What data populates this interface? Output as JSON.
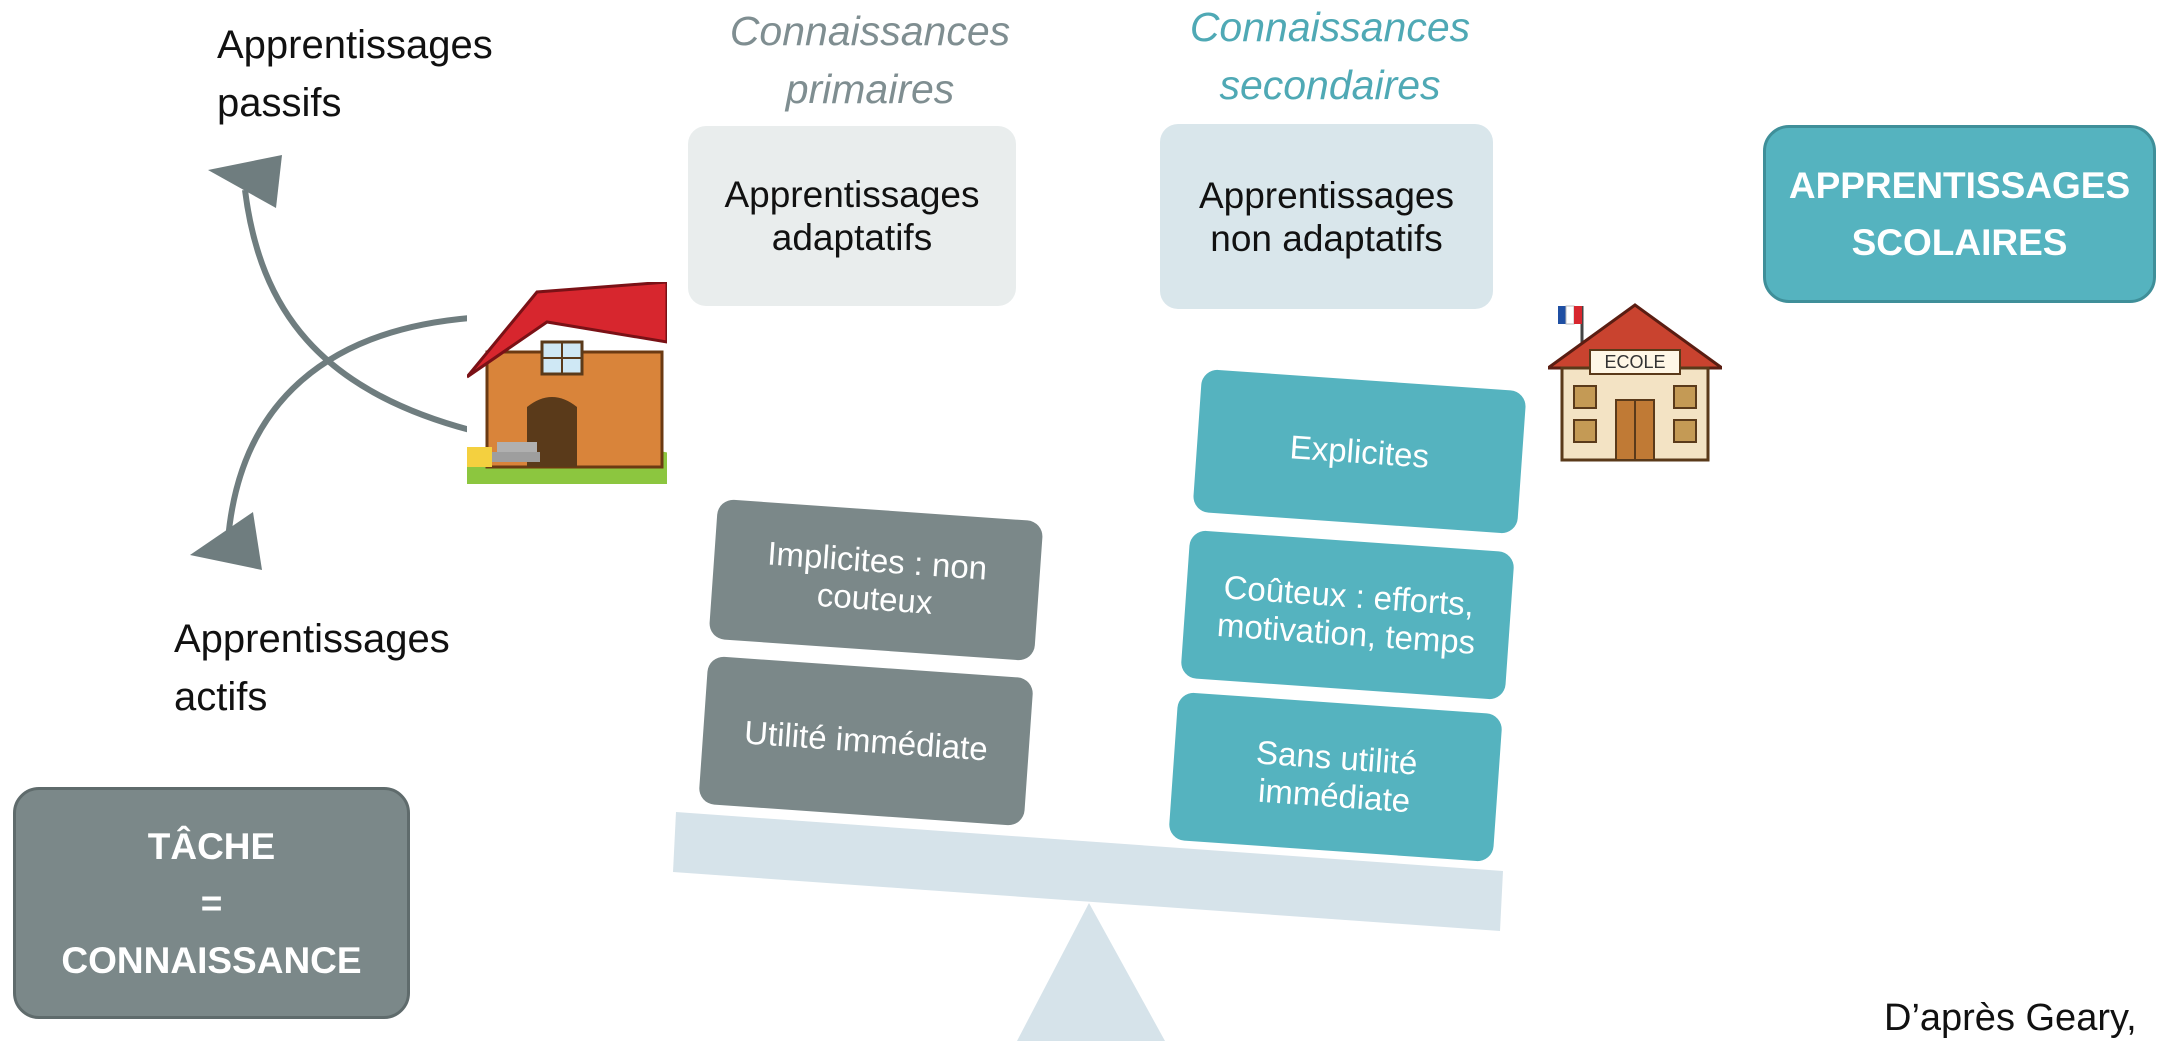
{
  "labels": {
    "passive": "Apprentissages passifs",
    "active": "Apprentissages actifs"
  },
  "headers": {
    "primary": "Connaissances primaires",
    "secondary": "Connaissances secondaires"
  },
  "cards": {
    "adaptive": "Apprentissages adaptatifs",
    "non_adaptive": "Apprentissages non adaptatifs"
  },
  "blocks": {
    "implicit": "Implicites : non couteux",
    "immediate": "Utilité immédiate",
    "explicit": "Explicites",
    "costly": "Coûteux : efforts, motivation, temps",
    "no_utility": "Sans utilité immédiate"
  },
  "boxes": {
    "task": "TÂCHE\n=\nCONNAISSANCE",
    "school": "APPRENTISSAGES\nSCOLAIRES"
  },
  "school_sign": "ECOLE",
  "credit": "D’après Geary,",
  "colors": {
    "gray": "#7b8889",
    "teal": "#55b3bf",
    "light_gray": "#e9eded",
    "light_blue": "#d9e6eb",
    "beam": "#d6e3ea",
    "header_gray": "#7f8e91",
    "header_teal": "#4fa9b5"
  },
  "icons": {
    "house": "house-illustration",
    "school": "school-building-illustration"
  }
}
